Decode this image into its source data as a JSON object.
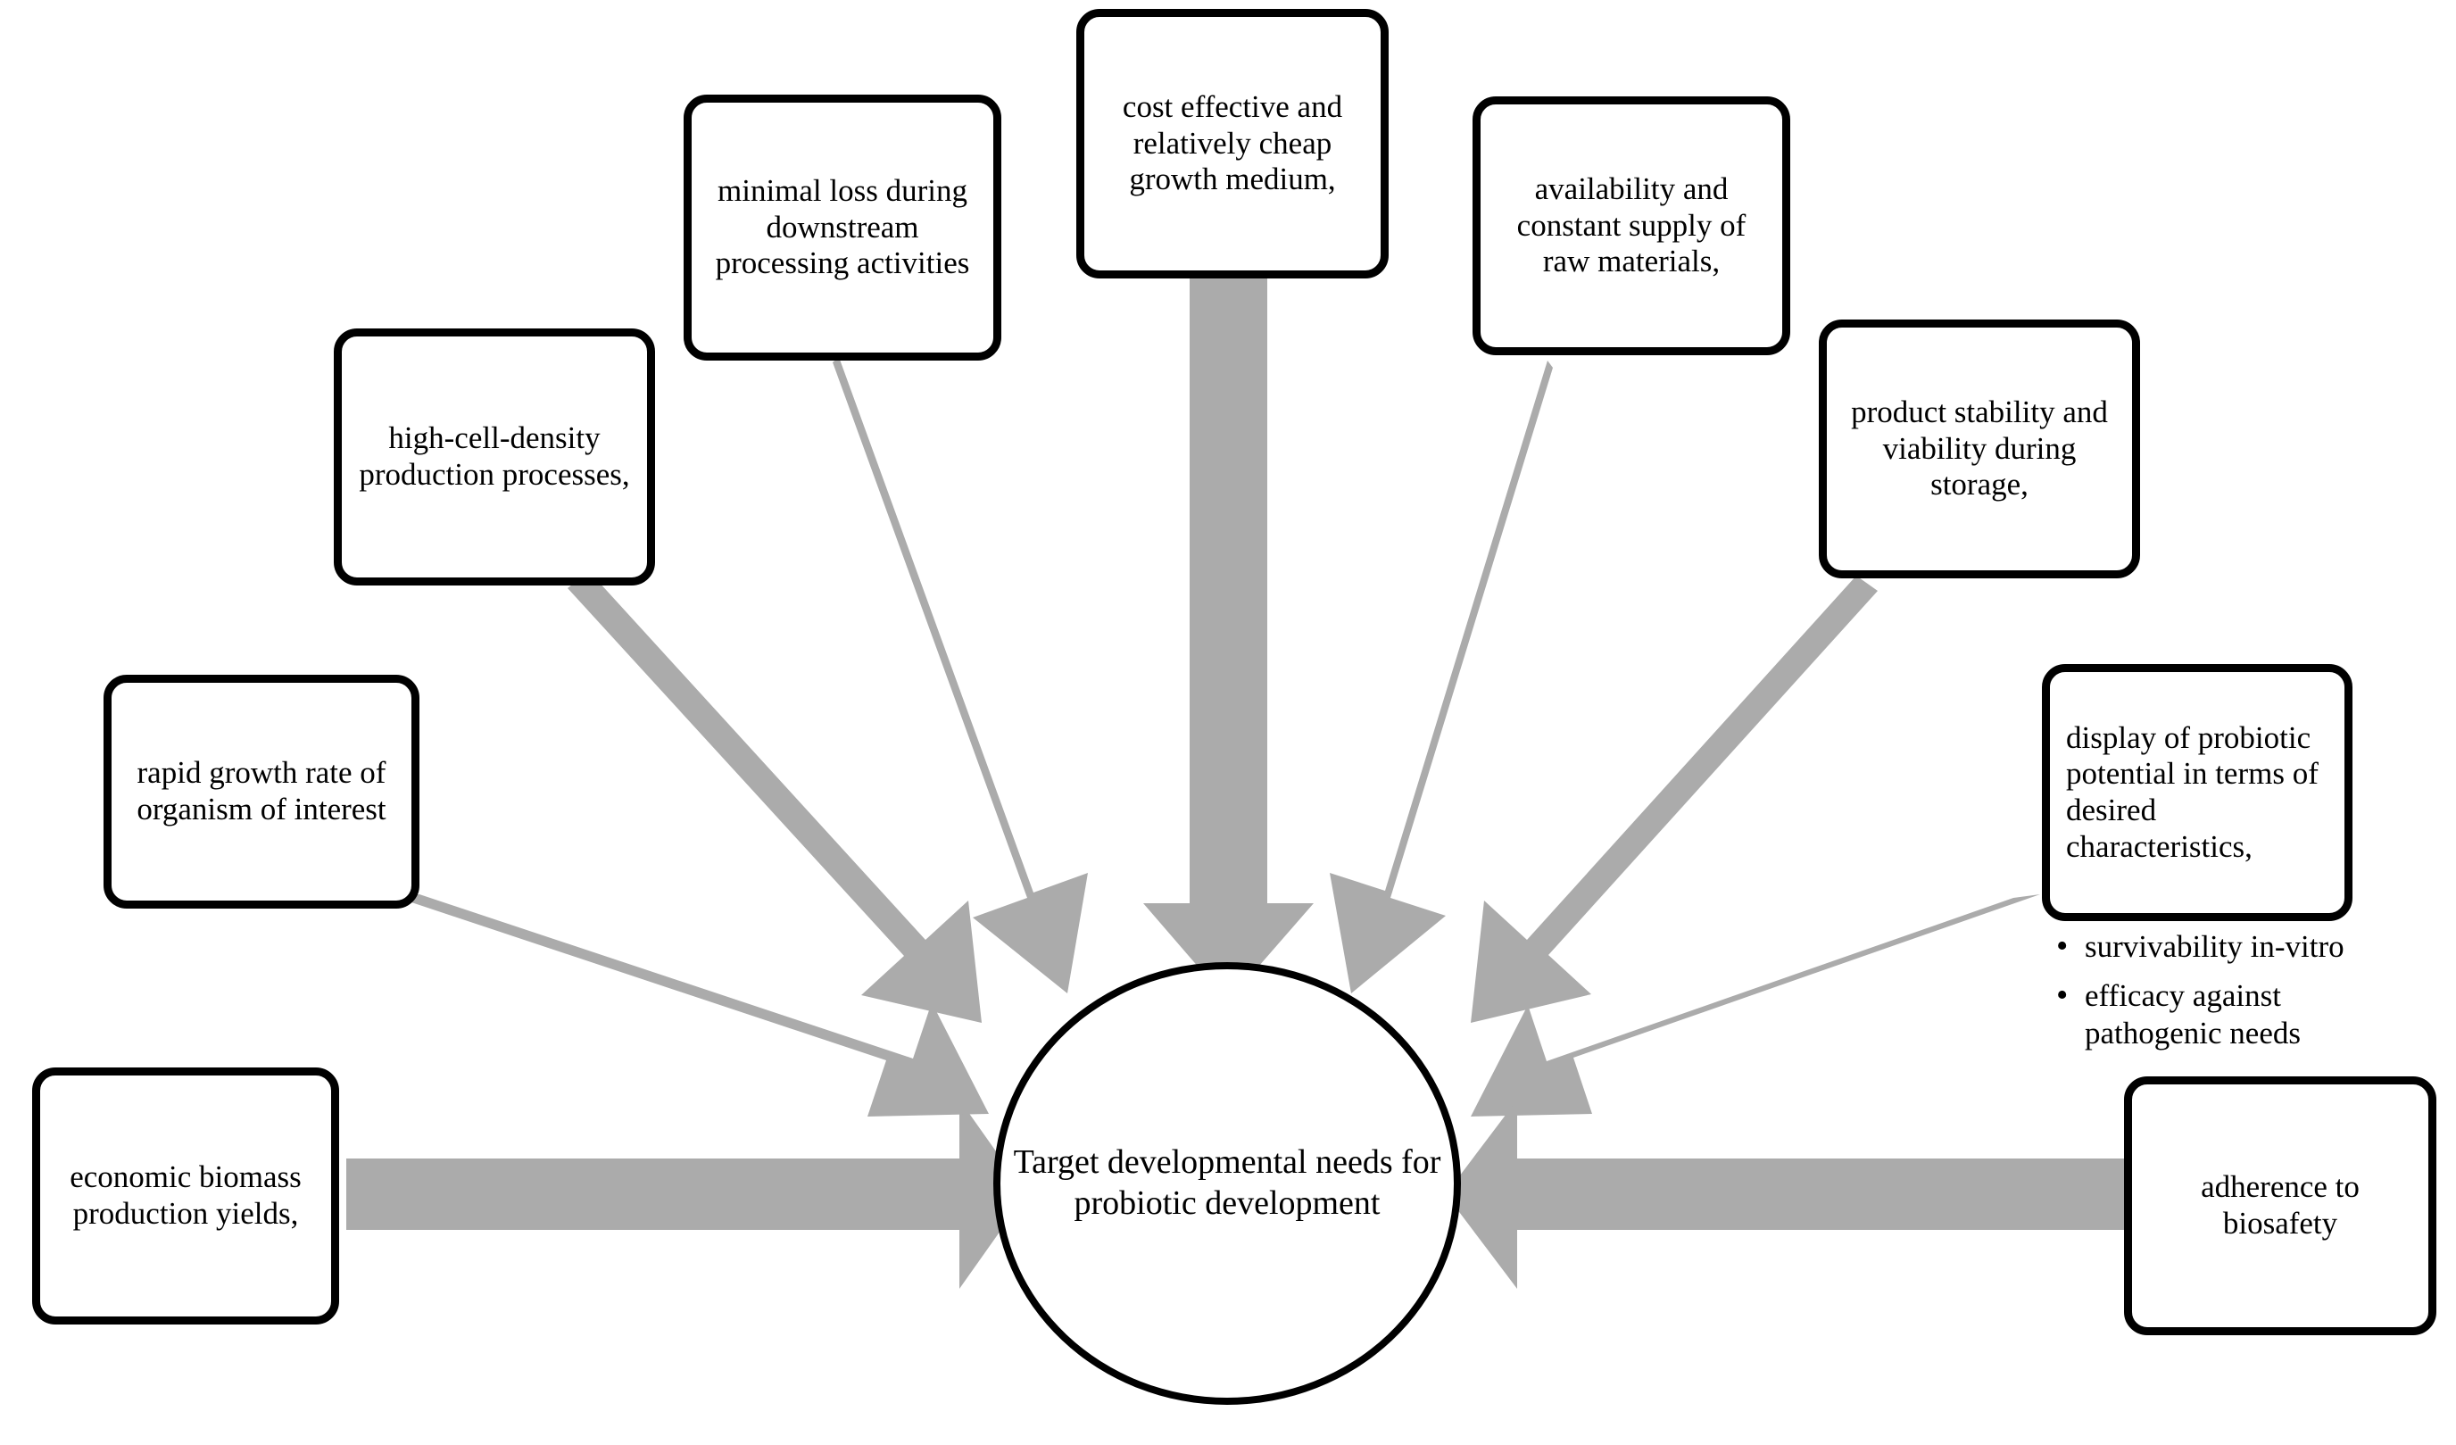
{
  "diagram": {
    "type": "radial-converging-arrows",
    "hub": {
      "label": "Target developmental needs for probiotic development",
      "shape": "circle"
    },
    "arrow_color": "#ABABAB",
    "border_color": "#000000",
    "background": "#FFFFFF",
    "nodes": [
      {
        "id": "rapid-growth",
        "label": "rapid growth rate of organism of interest"
      },
      {
        "id": "high-cell-density",
        "label": "high-cell-density production processes,"
      },
      {
        "id": "minimal-loss",
        "label": "minimal loss during downstream processing activities"
      },
      {
        "id": "cost-effective",
        "label": "cost effective and relatively cheap growth medium,"
      },
      {
        "id": "availability",
        "label": "availability and constant supply of raw materials,"
      },
      {
        "id": "product-stability",
        "label": "product stability and viability during storage,"
      },
      {
        "id": "probiotic-potential",
        "label": "display of probiotic potential in terms of desired characteristics,"
      },
      {
        "id": "economic-biomass",
        "label": "economic biomass production yields,"
      },
      {
        "id": "biosafety",
        "label": "adherence to biosafety"
      }
    ],
    "bullets": [
      "survivability in-vitro",
      "efficacy against pathogenic needs"
    ]
  }
}
